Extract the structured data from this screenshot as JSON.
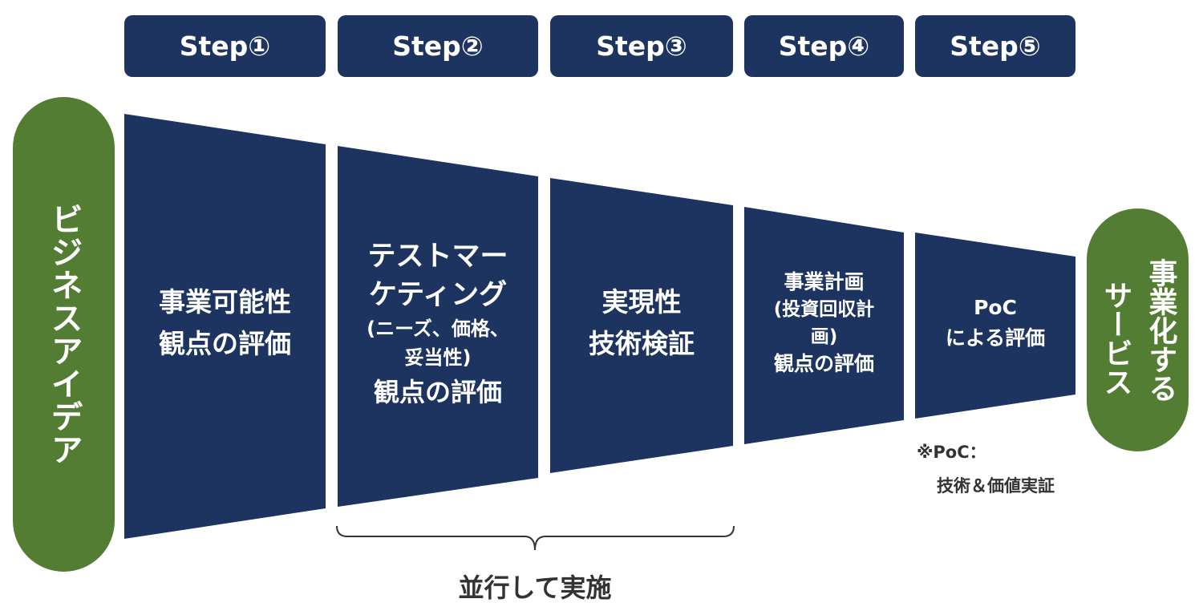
{
  "colors": {
    "navy": "#1e3460",
    "green": "#527d33",
    "text_dark": "#333333",
    "white": "#ffffff"
  },
  "steps": [
    {
      "label": "Step①",
      "lines": [
        "事業可能性",
        "観点の評価"
      ]
    },
    {
      "label": "Step②",
      "lines": [
        "テストマー",
        "ケティング",
        "(ニーズ、価格、",
        "妥当性)",
        "観点の評価"
      ]
    },
    {
      "label": "Step③",
      "lines": [
        "実現性",
        "技術検証"
      ]
    },
    {
      "label": "Step④",
      "lines": [
        "事業計画",
        "(投資回収計",
        "画)",
        "観点の評価"
      ]
    },
    {
      "label": "Step⑤",
      "lines": [
        "PoC",
        "による評価"
      ]
    }
  ],
  "start_pill": {
    "label": "ビジネスアイデア"
  },
  "end_pill": {
    "label_col1": "事業化する",
    "label_col2": "サービス"
  },
  "poc_note": {
    "line1": "※PoC：",
    "line2": "技術＆価値実証"
  },
  "parallel_label": "並行して実施"
}
